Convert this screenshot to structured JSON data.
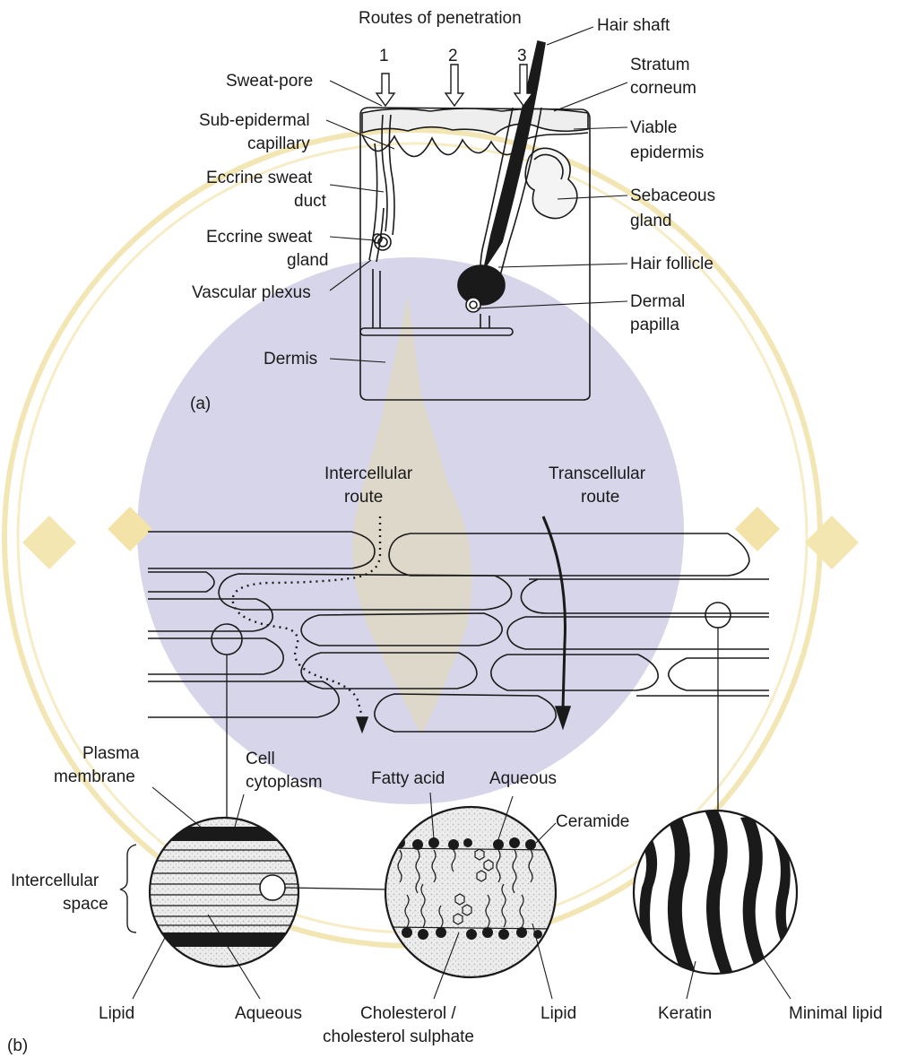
{
  "panel_a": {
    "tag": "(a)",
    "routes_title": "Routes of penetration",
    "route_numbers": [
      "1",
      "2",
      "3"
    ],
    "labels": {
      "hair_shaft": "Hair shaft",
      "stratum_corneum": [
        "Stratum",
        "corneum"
      ],
      "viable_epidermis": [
        "Viable",
        "epidermis"
      ],
      "sebaceous_gland": [
        "Sebaceous",
        "gland"
      ],
      "hair_follicle": "Hair follicle",
      "dermal_papilla": [
        "Dermal",
        "papilla"
      ],
      "sweat_pore": "Sweat-pore",
      "sub_epidermal_capillary": [
        "Sub-epidermal",
        "capillary"
      ],
      "eccrine_sweat_duct": [
        "Eccrine sweat",
        "duct"
      ],
      "eccrine_sweat_gland": [
        "Eccrine sweat",
        "gland"
      ],
      "vascular_plexus": "Vascular plexus",
      "dermis": "Dermis"
    }
  },
  "panel_b": {
    "tag": "(b)",
    "intercellular_route": [
      "Intercellular",
      "route"
    ],
    "transcellular_route": [
      "Transcellular",
      "route"
    ],
    "plasma_membrane": [
      "Plasma",
      "membrane"
    ],
    "cell_cytoplasm": [
      "Cell",
      "cytoplasm"
    ],
    "intercellular_space": [
      "Intercellular",
      "space"
    ],
    "lipid_left": "Lipid",
    "aqueous_left": "Aqueous",
    "fatty_acid": "Fatty acid",
    "aqueous_mid": "Aqueous",
    "ceramide": "Ceramide",
    "cholesterol": [
      "Cholesterol /",
      "cholesterol sulphate"
    ],
    "lipid_mid": "Lipid",
    "keratin": "Keratin",
    "minimal_lipid": "Minimal lipid"
  },
  "colors": {
    "ink": "#1a1a1a",
    "watermark_disc": "#c9c8e3",
    "watermark_gold": "#f2e2a8",
    "stipple": "#c8c8c8"
  }
}
